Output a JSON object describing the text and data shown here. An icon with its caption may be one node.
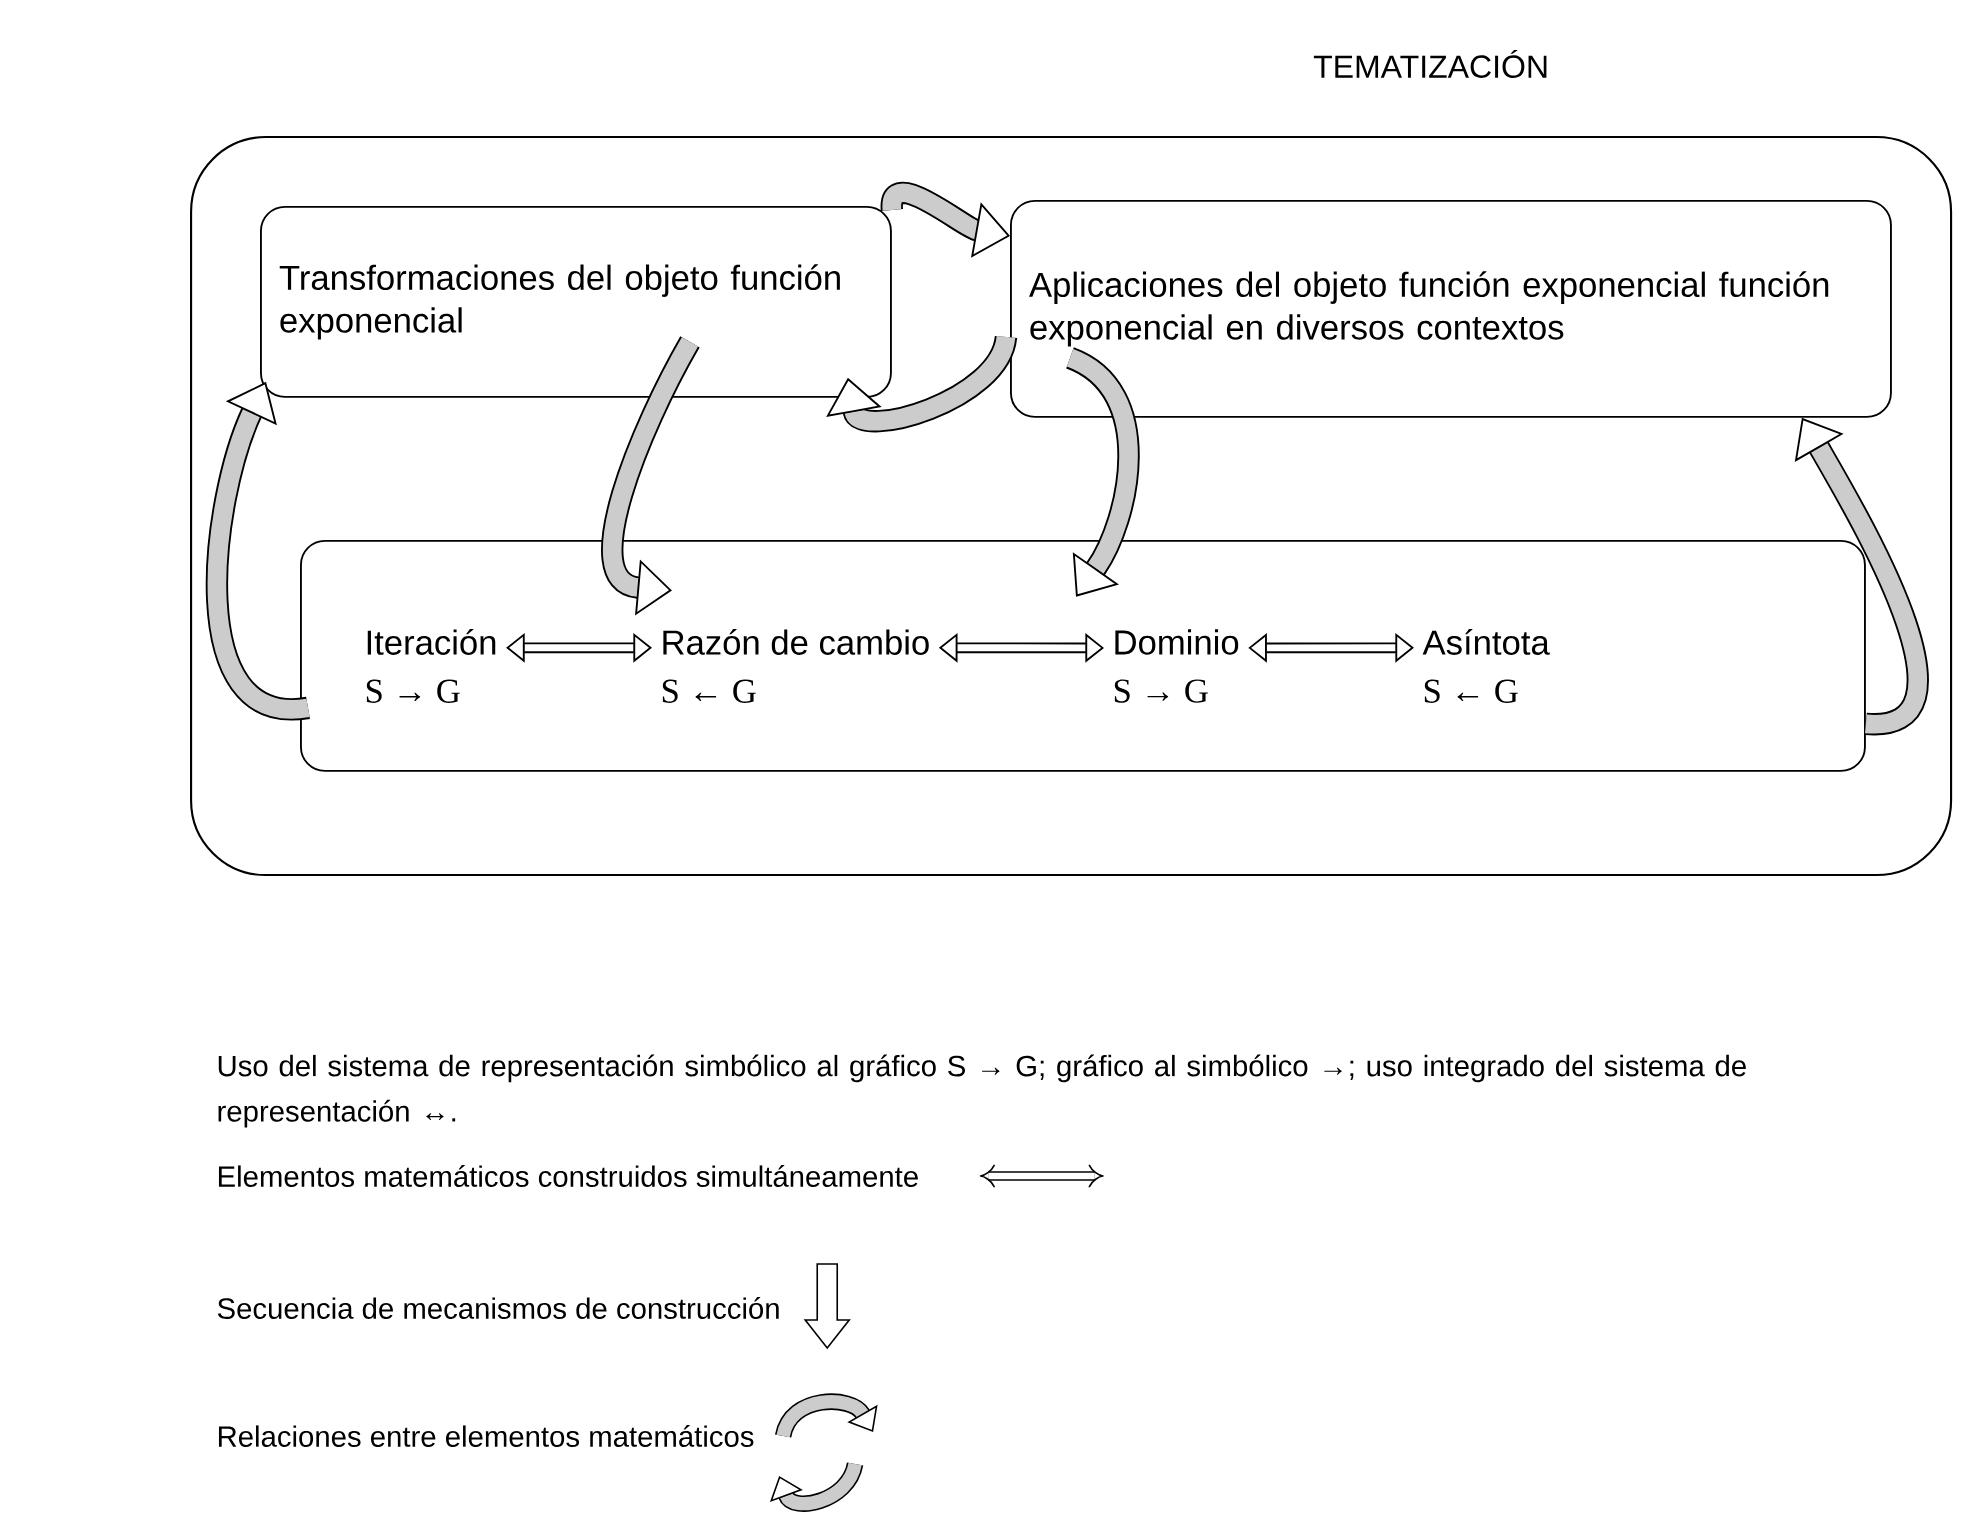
{
  "diagram": {
    "nodes": [
      {
        "text": [
          "TEMATIZACIÓN"
        ]
      },
      {
        "text": [
          "Transformaciones del objeto función exponencial"
        ],
        "in": 0
      },
      {
        "text": [
          "Aplicaciones del objeto función exponencial función exponencial en diversos contextos"
        ],
        "in": 0
      },
      {
        "text": [],
        "shape": "box",
        "in": 0
      },
      {
        "text": [
          "Iteración",
          "S → G"
        ],
        "in": 3
      },
      {
        "text": [
          "Razón de cambio",
          "S ← G"
        ],
        "in": 3
      },
      {
        "text": [
          "Dominio",
          "S → G"
        ],
        "in": 3
      },
      {
        "text": [
          "Asíntota",
          "S ← G"
        ],
        "in": 3
      }
    ],
    "edges": [
      {
        "from": 4,
        "to": 5,
        "arrow": "both"
      },
      {
        "from": 5,
        "to": 6,
        "arrow": "both"
      },
      {
        "from": 6,
        "to": 7,
        "arrow": "both"
      },
      {
        "from": 1,
        "to": 2,
        "arrow": "to"
      },
      {
        "from": 2,
        "to": 1,
        "arrow": "to"
      },
      {
        "from": 1,
        "to": 5,
        "arrow": "to"
      },
      {
        "from": 2,
        "to": 6,
        "arrow": "to"
      },
      {
        "from": 3,
        "to": 1,
        "arrow": "to"
      },
      {
        "from": 3,
        "to": 2,
        "arrow": "to"
      }
    ],
    "labels": [
      "Uso del sistema de representación simbólico al gráfico S → G; gráfico al simbólico →; uso integrado del sistema de representación ↔."
    ],
    "legend": [
      {
        "text": "Elementos matemáticos construidos simultáneamente"
      },
      {
        "text": "Secuencia de mecanismos de construcción"
      },
      {
        "text": "Relaciones entre elementos matemáticos"
      }
    ]
  }
}
